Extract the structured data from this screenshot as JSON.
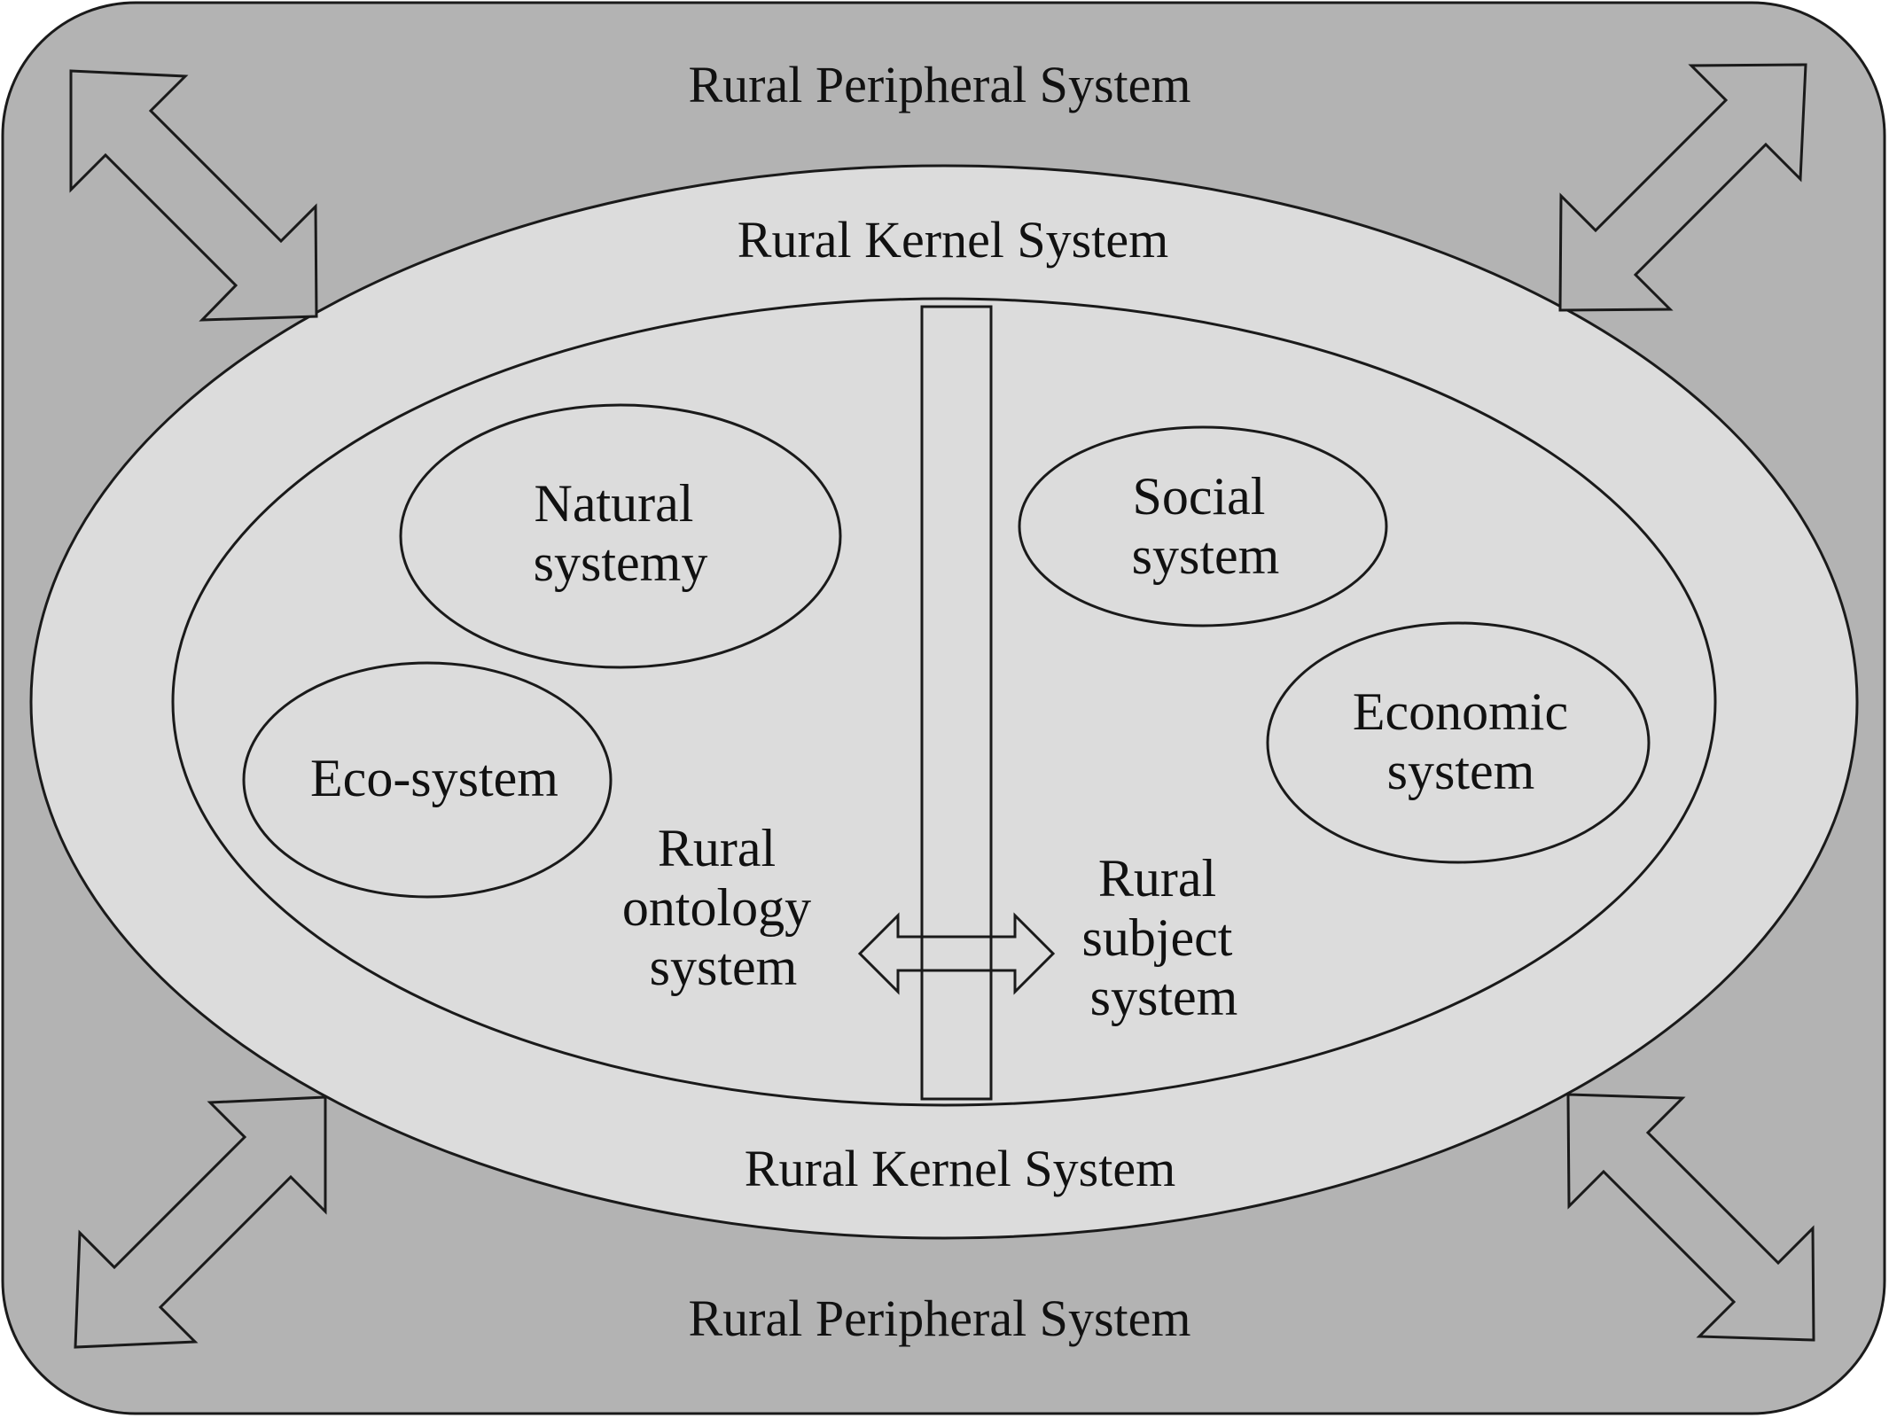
{
  "labels": {
    "peripheral_top": "Rural Peripheral System",
    "peripheral_bottom": "Rural Peripheral System",
    "kernel_top": "Rural Kernel System",
    "kernel_bottom": "Rural Kernel System",
    "natural": [
      "Natural",
      "systemy"
    ],
    "social": [
      "Social",
      "system"
    ],
    "eco": "Eco-system",
    "economic": [
      "Economic",
      "system"
    ],
    "ontology": [
      "Rural",
      "ontology",
      "system"
    ],
    "subject": [
      "Rural",
      "subject",
      "system"
    ]
  },
  "colors": {
    "peripheral_fill": "#b3b3b3",
    "kernel_fill": "#dcdcdc",
    "stroke": "#1a1a1a",
    "arrow_fill": "#b3b3b3",
    "text": "#111111"
  }
}
